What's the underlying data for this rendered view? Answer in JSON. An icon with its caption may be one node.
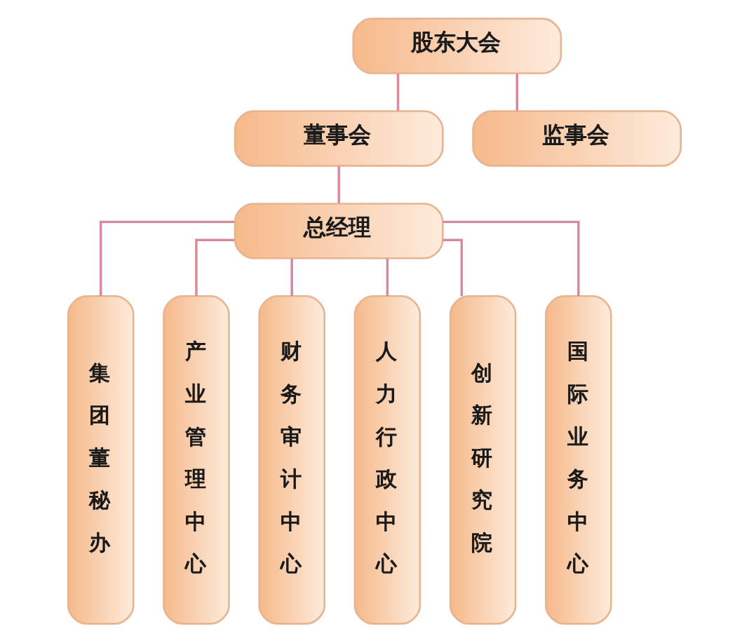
{
  "diagram": {
    "nodes": [
      {
        "text": [
          "股东大会"
        ]
      },
      {
        "text": [
          "监事会"
        ]
      },
      {
        "text": [
          "董事会"
        ]
      },
      {
        "text": [
          "总经理"
        ]
      },
      {
        "text": [
          "集团董秘办"
        ]
      },
      {
        "text": [
          "产业管理中心"
        ]
      },
      {
        "text": [
          "财务审计中心"
        ]
      },
      {
        "text": [
          "人力行政中心"
        ]
      },
      {
        "text": [
          "创新研究院"
        ]
      },
      {
        "text": [
          "国际业务中心"
        ]
      }
    ],
    "edges": [
      {
        "from": 0,
        "to": 2,
        "arrow": "none"
      },
      {
        "from": 0,
        "to": 1,
        "arrow": "none"
      },
      {
        "from": 2,
        "to": 3,
        "arrow": "none"
      },
      {
        "from": 3,
        "to": 4,
        "arrow": "none"
      },
      {
        "from": 3,
        "to": 5,
        "arrow": "none"
      },
      {
        "from": 3,
        "to": 6,
        "arrow": "none"
      },
      {
        "from": 3,
        "to": 7,
        "arrow": "none"
      },
      {
        "from": 3,
        "to": 8,
        "arrow": "none"
      },
      {
        "from": 3,
        "to": 9,
        "arrow": "none"
      }
    ]
  }
}
